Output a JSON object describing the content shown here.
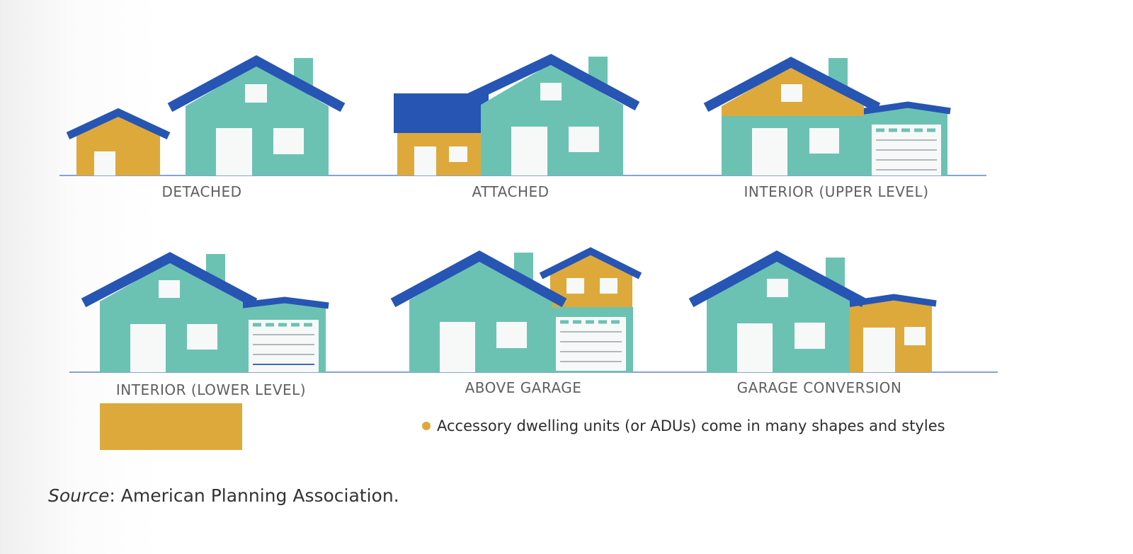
{
  "colors": {
    "adu": "#dda93a",
    "house": "#6cc2b2",
    "roof": "#2655b3",
    "window": "#f7f9f9",
    "ground": "#5c86c9",
    "caption": "#5f5f5f"
  },
  "types": [
    {
      "id": "detached",
      "label": "DETACHED",
      "icon": "detached-adu-house-illustration"
    },
    {
      "id": "attached",
      "label": "ATTACHED",
      "icon": "attached-adu-house-illustration"
    },
    {
      "id": "interior-upper",
      "label": "INTERIOR (UPPER LEVEL)",
      "icon": "interior-upper-adu-house-illustration"
    },
    {
      "id": "interior-lower",
      "label": "INTERIOR (LOWER LEVEL)",
      "icon": "interior-lower-adu-house-illustration"
    },
    {
      "id": "above-garage",
      "label": "ABOVE GARAGE",
      "icon": "above-garage-adu-house-illustration"
    },
    {
      "id": "garage-conversion",
      "label": "GARAGE CONVERSION",
      "icon": "garage-conversion-adu-house-illustration"
    }
  ],
  "legend": {
    "text": "Accessory dwelling units (or ADUs) come in many shapes and styles",
    "icon": "yellow-dot-icon"
  },
  "source": {
    "italic": "Source",
    "rest": ": American Planning Association."
  }
}
